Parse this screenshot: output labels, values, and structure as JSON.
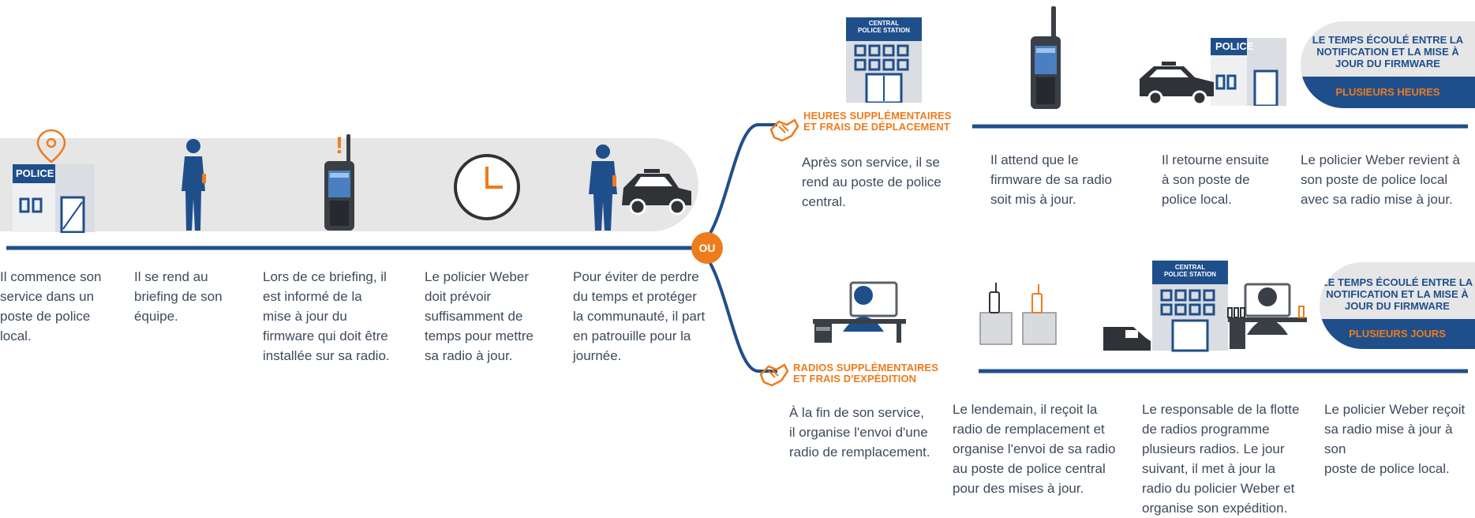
{
  "colors": {
    "navy": "#1f4f8b",
    "orange": "#ee7b1c",
    "gray_band": "#e6e6e7",
    "text": "#3d4a5c"
  },
  "left_timeline": {
    "steps": [
      {
        "icon": "police-station-icon",
        "sign": "POLICE",
        "text": "Il commence son\nservice dans un\nposte de police\nlocal."
      },
      {
        "icon": "officer-icon",
        "text": "Il se rend au\nbriefing de son\néquipe."
      },
      {
        "icon": "radio-alert-icon",
        "alert": "!",
        "text": "Lors de ce briefing, il\nest informé de la\nmise à jour du\nfirmware qui doit être\ninstallée sur sa radio."
      },
      {
        "icon": "clock-icon",
        "text": "Le policier Weber\ndoit prévoir\nsuffisamment de\ntemps pour mettre\nsa radio à jour."
      },
      {
        "icon": "officer-car-icon",
        "text": "Pour éviter de perdre\ndu temps et protéger\nla communauté, il part\nen patrouille pour la\njournée."
      }
    ],
    "or_badge": "OU"
  },
  "top_branch": {
    "label": "HEURES SUPPLÉMENTAIRES\nET FRAIS DE DÉPLACEMENT",
    "station_sign": "CENTRAL\nPOLICE STATION",
    "local_sign": "POLICE",
    "steps": [
      {
        "text": "Après son service, il se\nrend au poste de police\ncentral."
      },
      {
        "text": "Il attend que le\nfirmware de sa radio\nsoit mis à jour."
      },
      {
        "text": "Il retourne ensuite\nà son poste de\npolice local."
      },
      {
        "text": "Le policier Weber revient à\nson poste de police local\navec sa radio mise à jour."
      }
    ],
    "time_box": {
      "title": "LE TEMPS ÉCOULÉ ENTRE LA\nNOTIFICATION ET LA MISE À\nJOUR DU FIRMWARE",
      "value": "PLUSIEURS HEURES"
    }
  },
  "bottom_branch": {
    "label": "RADIOS SUPPLÉMENTAIRES\nET FRAIS D'EXPÉDITION",
    "station_sign": "CENTRAL\nPOLICE STATION",
    "steps": [
      {
        "text": "À la fin de son service,\nil organise l'envoi d'une\nradio de remplacement."
      },
      {
        "text": "Le lendemain, il reçoit la\nradio de remplacement et\norganise l'envoi de sa radio\nau poste de police central\npour des mises à jour."
      },
      {
        "text": "Le responsable de la flotte\nde radios programme\nplusieurs radios. Le jour\nsuivant, il met à jour la\nradio du policier Weber et\norganise son expédition."
      },
      {
        "text": "Le policier Weber reçoit\nsa radio mise à jour à son\nposte de police local."
      }
    ],
    "time_box": {
      "title": "LE TEMPS ÉCOULÉ ENTRE LA\nNOTIFICATION ET LA MISE À\nJOUR DU FIRMWARE",
      "value": "PLUSIEURS JOURS"
    }
  }
}
